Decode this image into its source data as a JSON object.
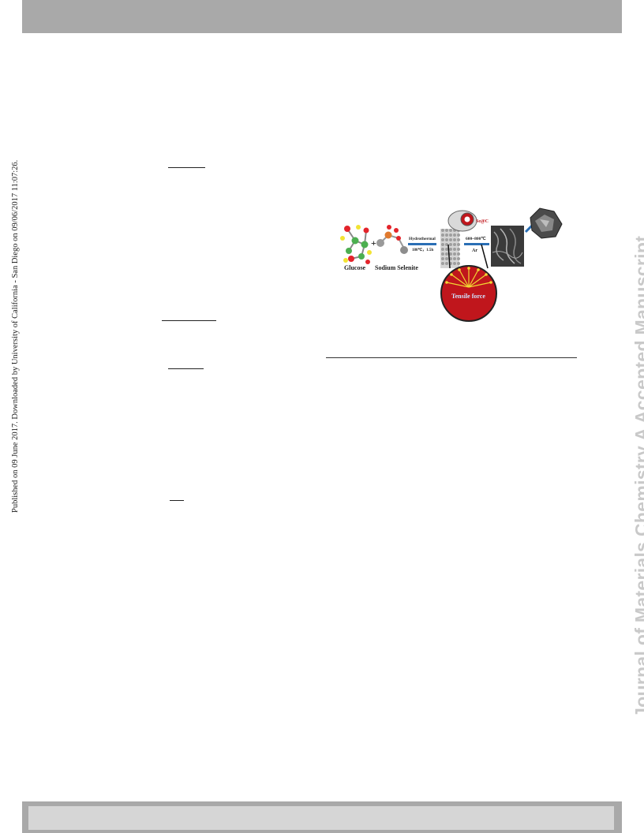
{
  "margin_note": "Published on 09 June 2017. Downloaded by University of California - San Diego on 09/06/2017 11:07:26.",
  "watermark": "Journal of Materials Chemistry A Accepted Manuscript",
  "figure": {
    "label_glucose": "Glucose",
    "label_selenite": "Sodium Selenite",
    "plus": "+",
    "arrow1_top": "Hydrothermal",
    "arrow1_bottom": "180℃，1.5h",
    "arrow2_top": "600~800℃",
    "arrow2_bottom": "Ar",
    "product_label": "Se@C",
    "inset_label": "Tensile force"
  },
  "colors": {
    "bar": "#a9a9a9",
    "watermark": "#c9c9c9",
    "sphere_red": "#c0161c",
    "arrow_blue": "#2a6fb5"
  }
}
